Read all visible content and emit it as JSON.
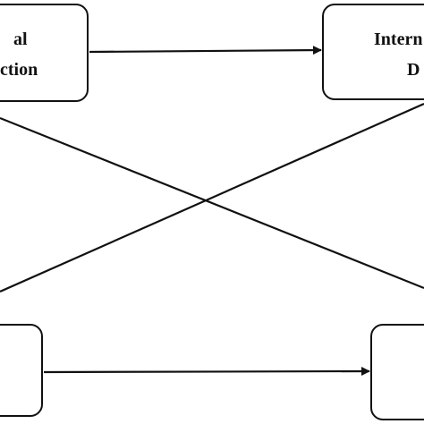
{
  "diagram": {
    "nodes": [
      {
        "id": "top-left",
        "lines": [
          "al",
          "ction"
        ]
      },
      {
        "id": "top-right",
        "lines": [
          "Intern",
          "D"
        ]
      },
      {
        "id": "bottom-left",
        "lines": []
      },
      {
        "id": "bottom-right",
        "lines": []
      }
    ],
    "edges": [
      {
        "from": "top-left",
        "to": "top-right",
        "arrow": true
      },
      {
        "from": "bottom-left",
        "to": "bottom-right",
        "arrow": true
      },
      {
        "from": "top-left",
        "to": "bottom-right",
        "arrow": false
      },
      {
        "from": "top-right",
        "to": "bottom-left",
        "arrow": false
      }
    ],
    "colors": {
      "stroke": "#111111",
      "background": "#ffffff"
    }
  }
}
